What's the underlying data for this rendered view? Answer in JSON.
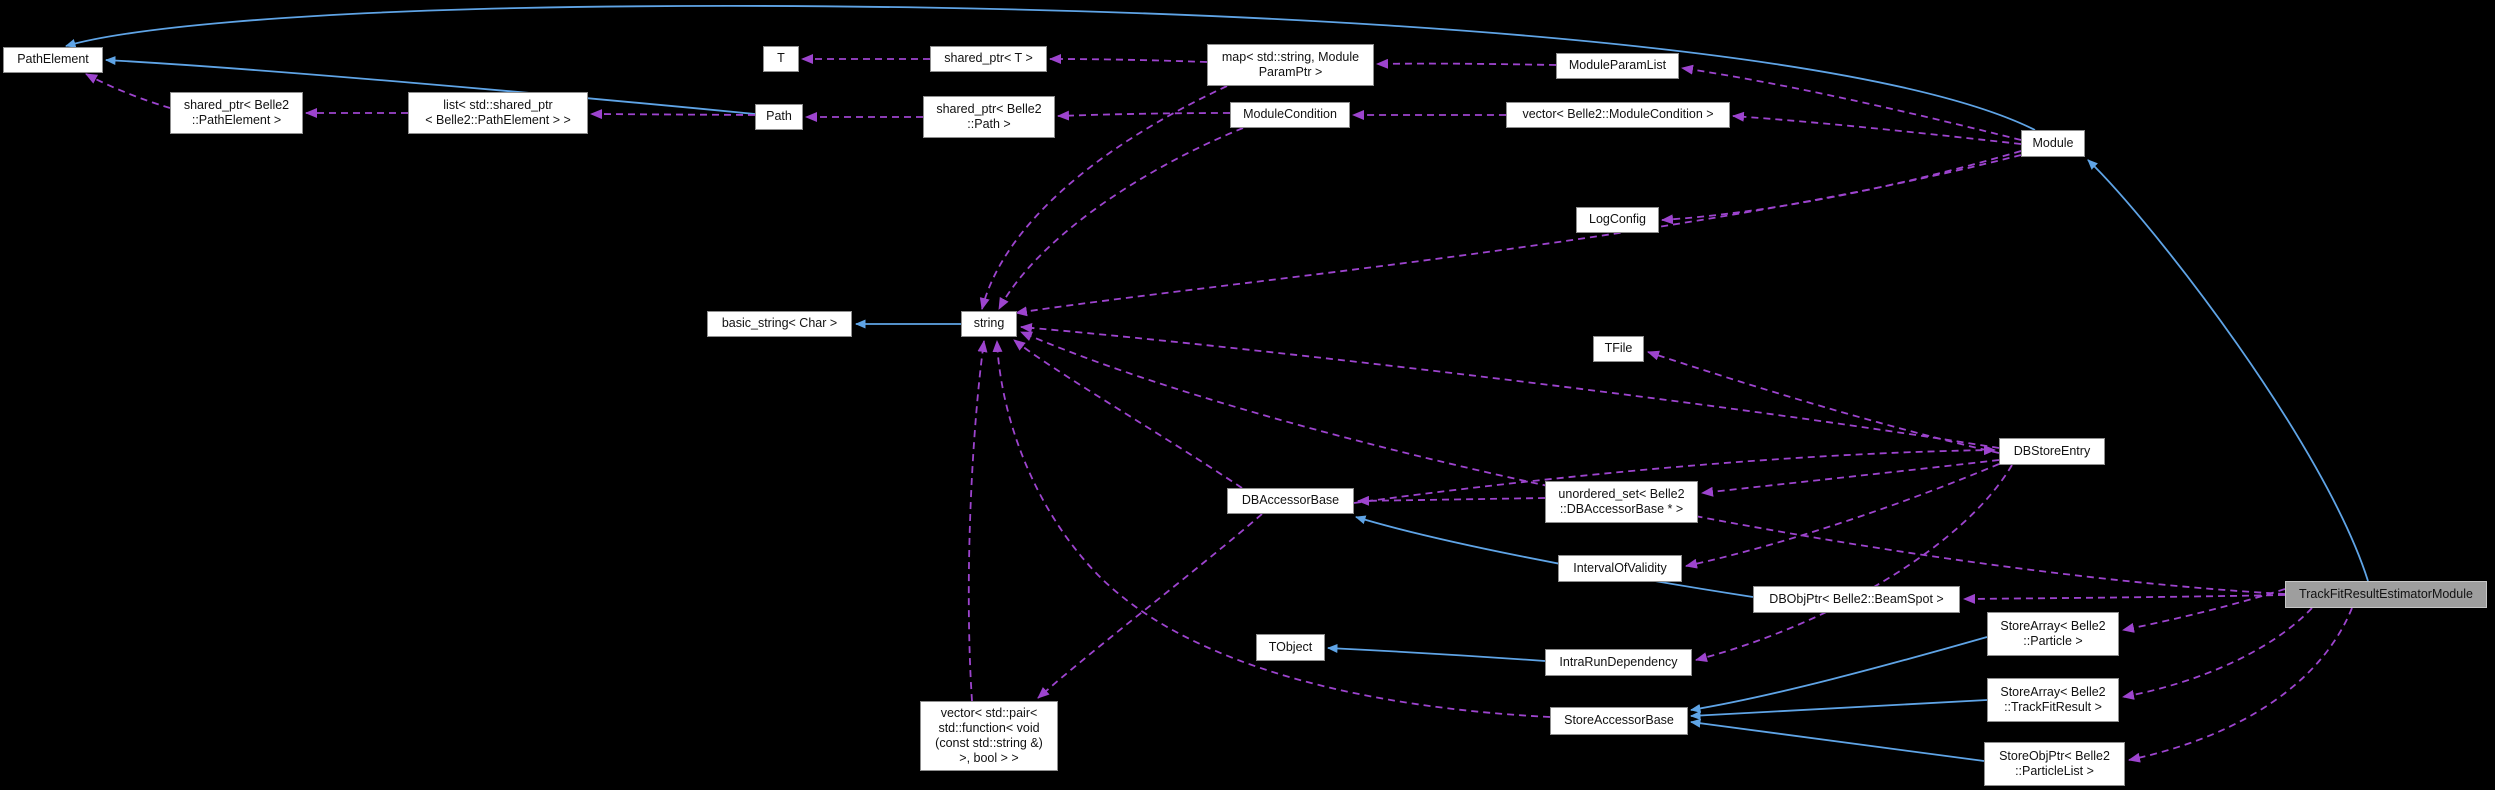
{
  "diagram": {
    "type": "doxygen-collaboration-graph",
    "colors": {
      "background": "#000000",
      "node_fill": "#ffffff",
      "node_border": "#8f8f8f",
      "node_text": "#111111",
      "highlight_fill": "#9e9e9e",
      "highlight_border": "#c6c6c6",
      "inherit_edge": "#5fa4e6",
      "usage_edge": "#9d44ce"
    },
    "nodes": [
      {
        "id": "pathelement",
        "label": "PathElement"
      },
      {
        "id": "shared-ptr-pathelement",
        "label": "shared_ptr< Belle2\n::PathElement >"
      },
      {
        "id": "list-shared-ptr-pathelement",
        "label": "list< std::shared_ptr\n< Belle2::PathElement > >"
      },
      {
        "id": "t",
        "label": "T"
      },
      {
        "id": "shared-ptr-t",
        "label": "shared_ptr< T >"
      },
      {
        "id": "path",
        "label": "Path"
      },
      {
        "id": "shared-ptr-path",
        "label": "shared_ptr< Belle2\n::Path >"
      },
      {
        "id": "map-string-moduleparamptr",
        "label": "map< std::string, Module\nParamPtr >"
      },
      {
        "id": "modulecondition",
        "label": "ModuleCondition"
      },
      {
        "id": "moduleparamlist",
        "label": "ModuleParamList"
      },
      {
        "id": "vector-modulecondition",
        "label": "vector< Belle2::ModuleCondition >"
      },
      {
        "id": "module",
        "label": "Module"
      },
      {
        "id": "logconfig",
        "label": "LogConfig"
      },
      {
        "id": "basic-string-char",
        "label": "basic_string< Char >"
      },
      {
        "id": "string",
        "label": "string"
      },
      {
        "id": "tfile",
        "label": "TFile"
      },
      {
        "id": "dbstoreentry",
        "label": "DBStoreEntry"
      },
      {
        "id": "dbaccessorbase",
        "label": "DBAccessorBase"
      },
      {
        "id": "unordered-set-dbaccessorbase",
        "label": "unordered_set< Belle2\n::DBAccessorBase * >"
      },
      {
        "id": "intervalofvalidity",
        "label": "IntervalOfValidity"
      },
      {
        "id": "dbobjptr-beamspot",
        "label": "DBObjPtr< Belle2::BeamSpot >"
      },
      {
        "id": "tobject",
        "label": "TObject"
      },
      {
        "id": "intrarundependency",
        "label": "IntraRunDependency"
      },
      {
        "id": "storeaccessorbase",
        "label": "StoreAccessorBase"
      },
      {
        "id": "vector-pair-function-bool",
        "label": "vector< std::pair<\nstd::function< void\n(const std::string &)\n>, bool > >"
      },
      {
        "id": "storearray-particle",
        "label": "StoreArray< Belle2\n::Particle >"
      },
      {
        "id": "storearray-trackfitresult",
        "label": "StoreArray< Belle2\n::TrackFitResult >"
      },
      {
        "id": "storeobjptr-particlelist",
        "label": "StoreObjPtr< Belle2\n::ParticleList >"
      },
      {
        "id": "trackfitresultestimatormodule",
        "label": "TrackFitResultEstimatorModule"
      }
    ],
    "edges": [
      {
        "from": "module",
        "to": "pathelement",
        "type": "inheritance"
      },
      {
        "from": "path",
        "to": "pathelement",
        "type": "inheritance"
      },
      {
        "from": "trackfitresultestimatormodule",
        "to": "module",
        "type": "inheritance"
      },
      {
        "from": "string",
        "to": "basic-string-char",
        "type": "inheritance"
      },
      {
        "from": "intrarundependency",
        "to": "tobject",
        "type": "inheritance"
      },
      {
        "from": "dbobjptr-beamspot",
        "to": "dbaccessorbase",
        "type": "inheritance"
      },
      {
        "from": "storearray-particle",
        "to": "storeaccessorbase",
        "type": "inheritance"
      },
      {
        "from": "storearray-trackfitresult",
        "to": "storeaccessorbase",
        "type": "inheritance"
      },
      {
        "from": "storeobjptr-particlelist",
        "to": "storeaccessorbase",
        "type": "inheritance"
      },
      {
        "from": "shared-ptr-pathelement",
        "to": "pathelement",
        "type": "usage"
      },
      {
        "from": "list-shared-ptr-pathelement",
        "to": "shared-ptr-pathelement",
        "type": "usage"
      },
      {
        "from": "path",
        "to": "list-shared-ptr-pathelement",
        "type": "usage"
      },
      {
        "from": "shared-ptr-t",
        "to": "t",
        "type": "usage"
      },
      {
        "from": "map-string-moduleparamptr",
        "to": "shared-ptr-t",
        "type": "usage"
      },
      {
        "from": "shared-ptr-path",
        "to": "path",
        "type": "usage"
      },
      {
        "from": "modulecondition",
        "to": "shared-ptr-path",
        "type": "usage"
      },
      {
        "from": "moduleparamlist",
        "to": "map-string-moduleparamptr",
        "type": "usage"
      },
      {
        "from": "vector-modulecondition",
        "to": "modulecondition",
        "type": "usage"
      },
      {
        "from": "module",
        "to": "moduleparamlist",
        "type": "usage"
      },
      {
        "from": "module",
        "to": "vector-modulecondition",
        "type": "usage"
      },
      {
        "from": "module",
        "to": "logconfig",
        "type": "usage"
      },
      {
        "from": "module",
        "to": "string",
        "type": "usage"
      },
      {
        "from": "map-string-moduleparamptr",
        "to": "string",
        "type": "usage"
      },
      {
        "from": "modulecondition",
        "to": "string",
        "type": "usage"
      },
      {
        "from": "dbstoreentry",
        "to": "string",
        "type": "usage"
      },
      {
        "from": "dbstoreentry",
        "to": "tfile",
        "type": "usage"
      },
      {
        "from": "dbstoreentry",
        "to": "unordered-set-dbaccessorbase",
        "type": "usage"
      },
      {
        "from": "dbstoreentry",
        "to": "intervalofvalidity",
        "type": "usage"
      },
      {
        "from": "dbstoreentry",
        "to": "intrarundependency",
        "type": "usage"
      },
      {
        "from": "unordered-set-dbaccessorbase",
        "to": "dbaccessorbase",
        "type": "usage"
      },
      {
        "from": "dbaccessorbase",
        "to": "dbstoreentry",
        "type": "usage"
      },
      {
        "from": "dbaccessorbase",
        "to": "string",
        "type": "usage"
      },
      {
        "from": "dbaccessorbase",
        "to": "vector-pair-function-bool",
        "type": "usage"
      },
      {
        "from": "vector-pair-function-bool",
        "to": "string",
        "type": "usage"
      },
      {
        "from": "storeaccessorbase",
        "to": "string",
        "type": "usage"
      },
      {
        "from": "trackfitresultestimatormodule",
        "to": "string",
        "type": "usage"
      },
      {
        "from": "trackfitresultestimatormodule",
        "to": "dbobjptr-beamspot",
        "type": "usage"
      },
      {
        "from": "trackfitresultestimatormodule",
        "to": "storearray-particle",
        "type": "usage"
      },
      {
        "from": "trackfitresultestimatormodule",
        "to": "storearray-trackfitresult",
        "type": "usage"
      },
      {
        "from": "trackfitresultestimatormodule",
        "to": "storeobjptr-particlelist",
        "type": "usage"
      }
    ]
  }
}
